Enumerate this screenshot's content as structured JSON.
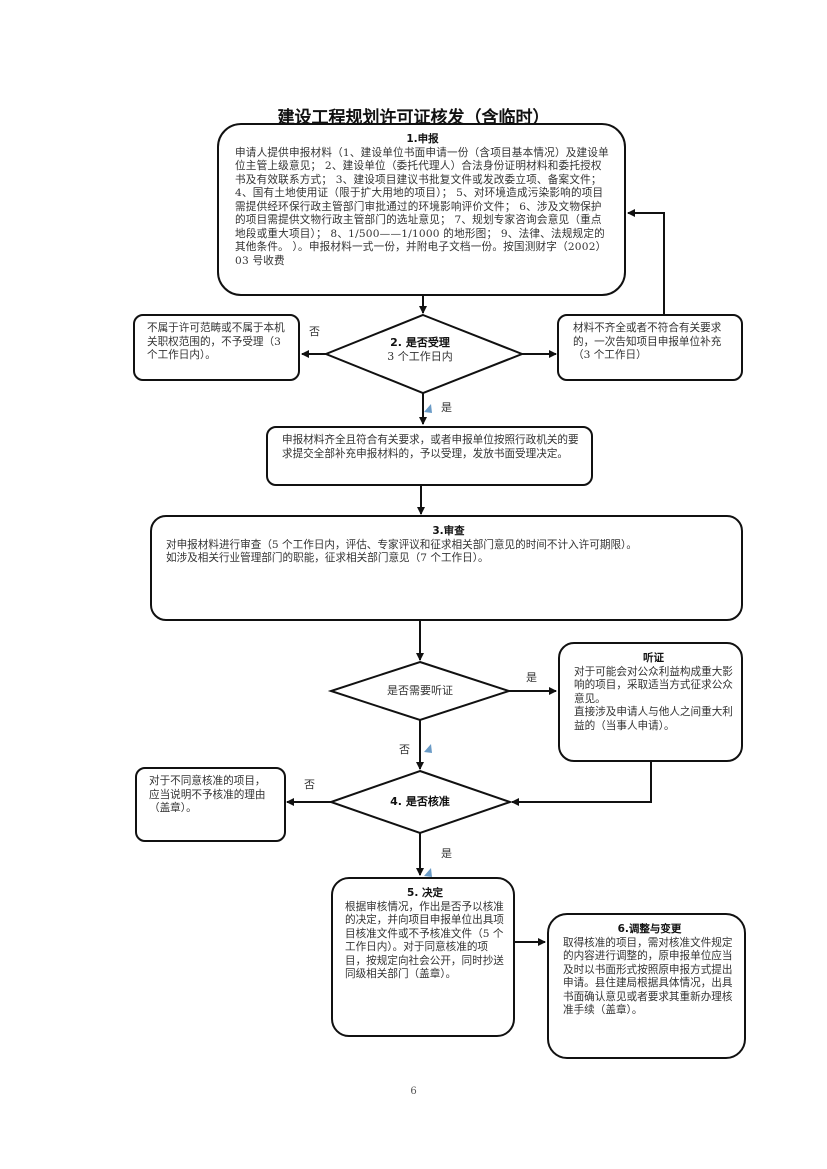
{
  "title": "建设工程规划许可证核发（含临时）",
  "step1": {
    "heading": "1.申报",
    "text": "申请人提供申报材料（1、建设单位书面申请一份（含项目基本情况）及建设单位主管上级意见； 2、建设单位（委托代理人）合法身份证明材料和委托授权书及有效联系方式； 3、建设项目建议书批复文件或发改委立项、备案文件； 4、国有土地使用证（限于扩大用地的项目）； 5、对环境造成污染影响的项目需提供经环保行政主管部门审批通过的环境影响评价文件； 6、涉及文物保护的项目需提供文物行政主管部门的选址意见； 7、规划专家咨询会意见（重点地段或重大项目）； 8、1/500——1/1000 的地形图； 9、法律、法规规定的其他条件。 ）。申报材料一式一份，并附电子文档一份。按国测财字（2002）03 号收费"
  },
  "step2": {
    "heading": "2. 是否受理",
    "subtext": "3 个工作日内",
    "reject_text": "不属于许可范畴或不属于本机关职权范围的，不予受理（3 个工作日内）。",
    "supplement_text": "材料不齐全或者不符合有关要求的，一次告知项目申报单位补充（3 个工作日）",
    "accept_text": "申报材料齐全且符合有关要求，或者申报单位按照行政机关的要求提交全部补充申报材料的，予以受理，发放书面受理决定。",
    "no_label": "否",
    "yes_label": "是"
  },
  "step3": {
    "heading": "3.审查",
    "text": "对申报材料进行审查（5 个工作日内，评估、专家评议和征求相关部门意见的时间不计入许可期限）。\n如涉及相关行业管理部门的职能，征求相关部门意见（7 个工作日）。"
  },
  "hearing": {
    "question": "是否需要听证",
    "yes_label": "是",
    "no_label": "否",
    "heading": "听证",
    "text": "对于可能会对公众利益构成重大影响的项目，采取适当方式征求公众意见。\n直接涉及申请人与他人之间重大利益的（当事人申请）。"
  },
  "step4": {
    "heading": "4. 是否核准",
    "no_label": "否",
    "yes_label": "是",
    "reject_text": "对于不同意核准的项目，应当说明不予核准的理由（盖章）。"
  },
  "step5": {
    "heading": "5. 决定",
    "text": "根据审核情况，作出是否予以核准的决定，并向项目申报单位出具项目核准文件或不予核准文件（5 个工作日内）。对于同意核准的项目，按规定向社会公开，同时抄送同级相关部门（盖章）。"
  },
  "step6": {
    "heading": "6.调整与变更",
    "text": "取得核准的项目，需对核准文件规定的内容进行调整的，原申报单位应当及时以书面形式按照原申报方式提出申请。县住建局根据具体情况，出具书面确认意见或者要求其重新办理核准手续（盖章）。"
  },
  "page_number": "6"
}
